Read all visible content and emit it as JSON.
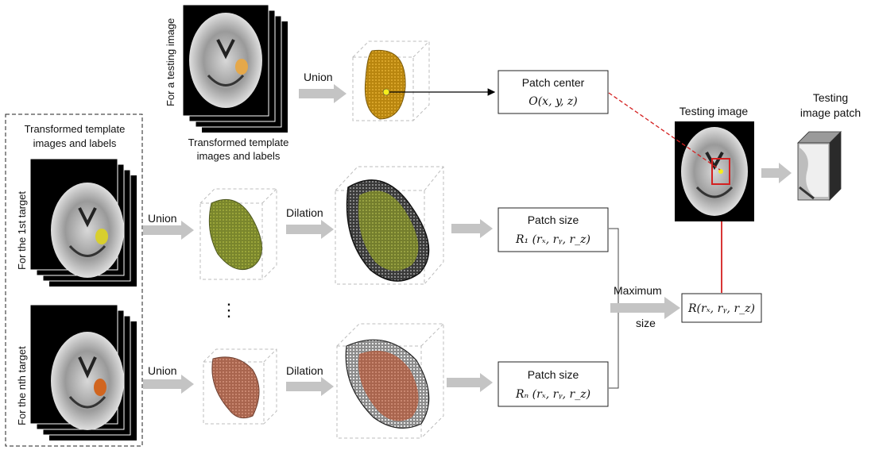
{
  "top": {
    "side_label": "For a testing image",
    "caption_line1": "Transformed template",
    "caption_line2": "images and labels",
    "union_label": "Union"
  },
  "template_group": {
    "title_line1": "Transformed template",
    "title_line2": "images and labels",
    "first_target_label": "For the 1st target",
    "nth_target_label": "For the nth target"
  },
  "row1": {
    "union_label": "Union",
    "dilation_label": "Dilation"
  },
  "rown": {
    "union_label": "Union",
    "dilation_label": "Dilation"
  },
  "ellipsis": "⋮",
  "patch_center": {
    "title": "Patch center",
    "formula": "O(x, y, z)"
  },
  "patch_size_1": {
    "title": "Patch size",
    "formula": "R₁ (rₓ, rᵧ, r_z)"
  },
  "patch_size_n": {
    "title": "Patch size",
    "formula": "Rₙ (rₓ, rᵧ, r_z)"
  },
  "maximum": {
    "line1": "Maximum",
    "line2": "size"
  },
  "max_result": {
    "formula": "R(rₓ, rᵧ, r_z)"
  },
  "testing_image": {
    "title": "Testing image"
  },
  "testing_patch": {
    "title_line1": "Testing",
    "title_line2": "image patch"
  },
  "colors": {
    "top_label": "#c8860f",
    "first_label": "#b7b51d",
    "nth_label": "#d1651f",
    "first_shape": "#6f7c2a",
    "nth_shape": "#b0705a",
    "highlight_red": "#d42020",
    "center_point": "#f5ee1c"
  }
}
